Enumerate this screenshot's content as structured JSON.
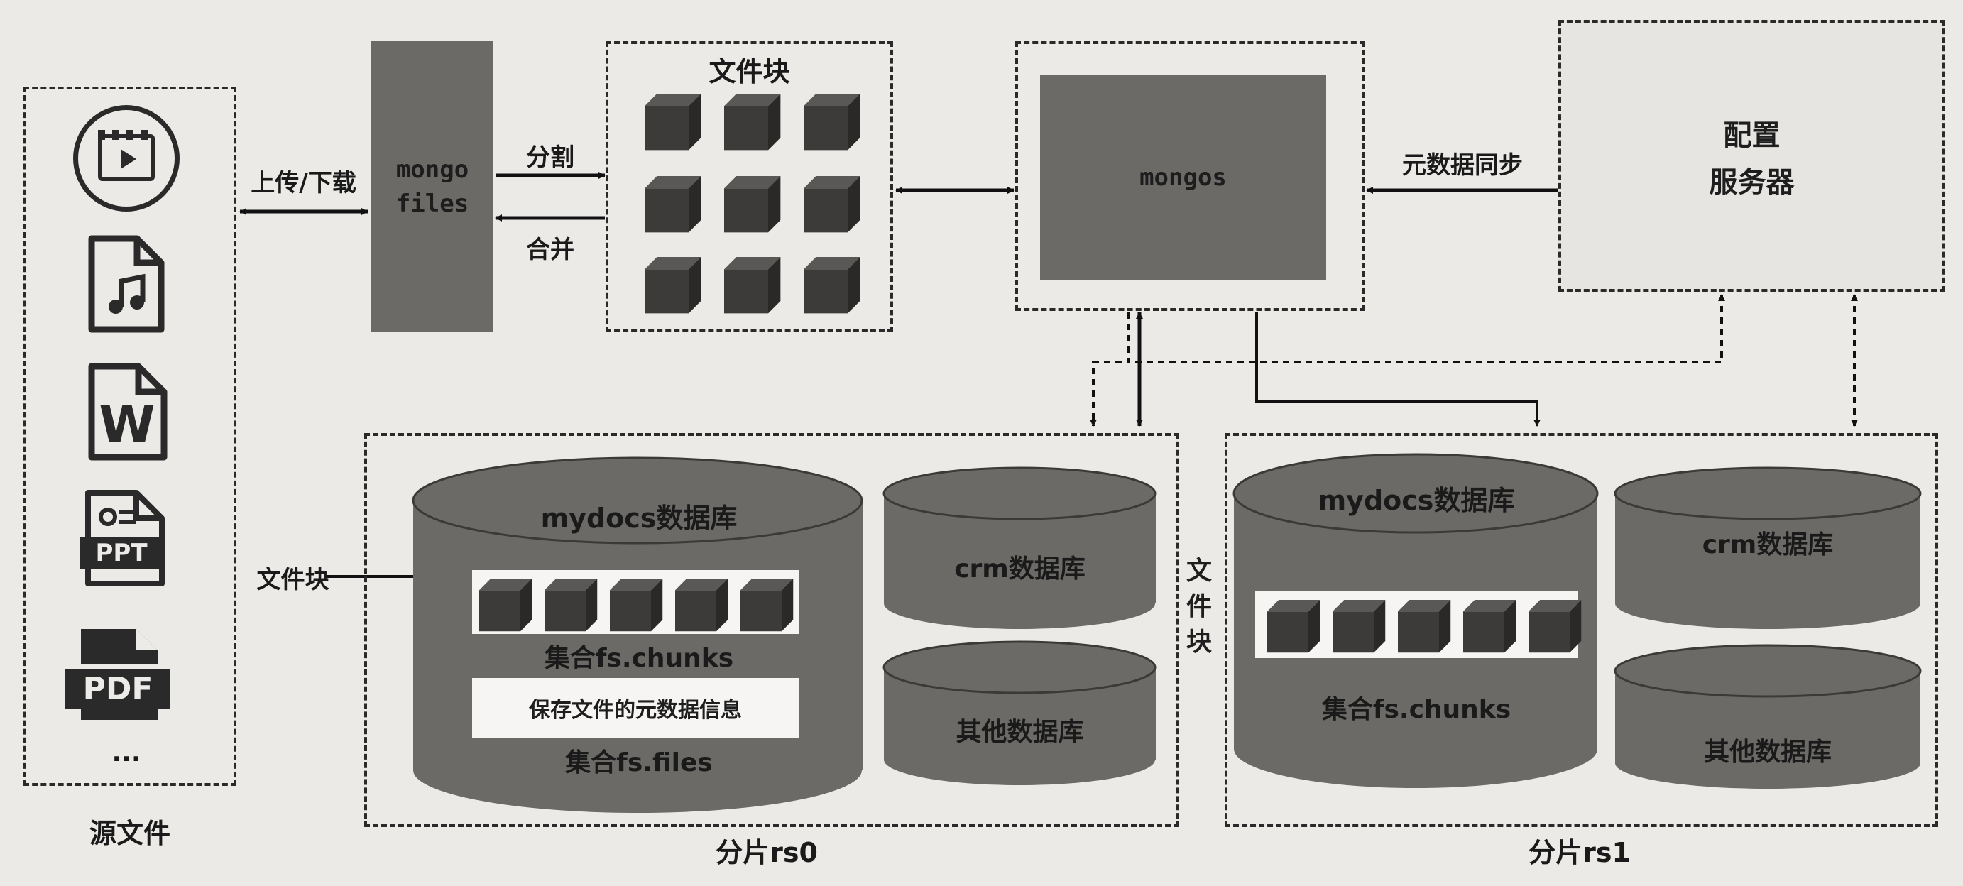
{
  "source": {
    "label": "源文件",
    "icons": [
      "video-icon",
      "music-file-icon",
      "word-file-icon",
      "ppt-file-icon",
      "pdf-file-icon"
    ],
    "ellipsis": "...",
    "ppt_text": "PPT",
    "pdf_text": "PDF",
    "word_text": "W"
  },
  "upload_label": "上传/下载",
  "mongofiles": {
    "line1": "mongo",
    "line2": "files"
  },
  "split_label": "分割",
  "merge_label": "合并",
  "chunks_box": {
    "title": "文件块"
  },
  "mongos": {
    "label": "mongos"
  },
  "sync_label": "元数据同步",
  "config": {
    "line1": "配置",
    "line2": "服务器"
  },
  "shard0": {
    "label": "分片rs0",
    "mydocs": "mydocs数据库",
    "chunk_arrow_label": "文件块",
    "chunks_collection": "集合fs.chunks",
    "meta_text": "保存文件的元数据信息",
    "files_collection": "集合fs.files",
    "crm": "crm数据库",
    "other": "其他数据库"
  },
  "shard1": {
    "label": "分片rs1",
    "mydocs": "mydocs数据库",
    "chunk_arrow_label": "文件块",
    "chunks_collection": "集合fs.chunks",
    "crm": "crm数据库",
    "other": "其他数据库"
  },
  "colors": {
    "db_fill": "#6c6a67",
    "cube_dark": "#3d3b3a",
    "background": "#eceae6"
  }
}
